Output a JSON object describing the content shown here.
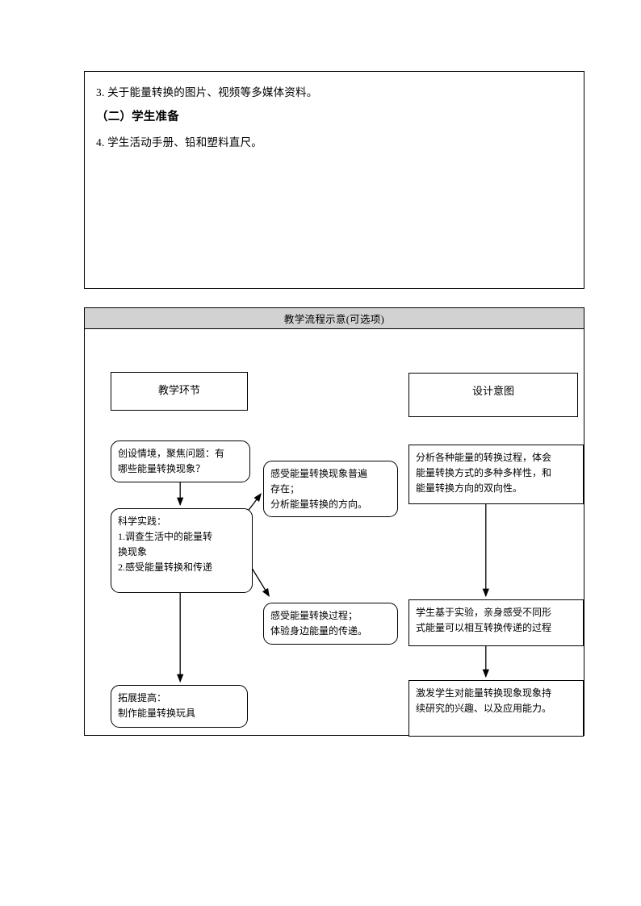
{
  "prep_section": {
    "lines": [
      {
        "num": "3.",
        "text": "关于能量转换的图片、视频等多媒体资料。",
        "bold": false
      },
      {
        "num": "",
        "text": "（二）学生准备",
        "bold": true
      },
      {
        "num": "4.",
        "text": "学生活动手册、铅和塑料直尺。",
        "bold": false
      }
    ],
    "line_0": "3. 关于能量转换的图片、视频等多媒体资料。",
    "line_1": "（二）学生准备",
    "line_2": "4. 学生活动手册、铅和塑料直尺。"
  },
  "flow_section": {
    "header_title": "教学流程示意(可选项)",
    "column_headers": {
      "left": "教学环节",
      "right": "设计意图"
    },
    "left_nodes": {
      "situation": "创设情境，聚焦问题：有\n哪些能量转换现象？",
      "practice": "科学实践：\n1.调查生活中的能量转\n换现象\n2.感受能量转换和传递",
      "extend": "拓展提高：\n制作能量转换玩具"
    },
    "middle_nodes": {
      "mid_1": "感受能量转换现象普遍\n存在；\n分析能量转换的方向。",
      "mid_2": "感受能量转换过程；\n体验身边能量的传递。"
    },
    "right_nodes": {
      "right_1": "分析各种能量的转换过程，体会\n能量转换方式的多种多样性，和\n能量转换方向的双向性。",
      "right_2": "学生基于实验，亲身感受不同形\n式能量可以相互转换传递的过程",
      "right_3": "激发学生对能量转换现象现象持\n续研究的兴趣、以及应用能力。"
    }
  },
  "colors": {
    "header_band": "#d2d2d2",
    "border": "#000000",
    "page_background": "#ffffff"
  }
}
